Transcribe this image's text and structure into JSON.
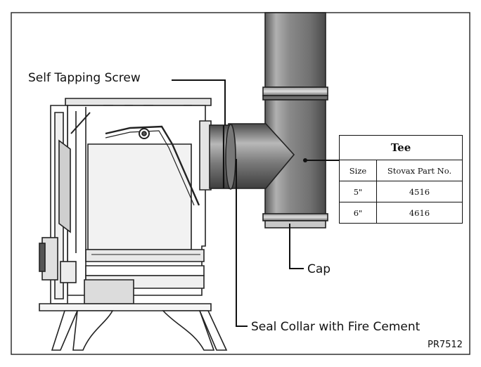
{
  "labels": {
    "screw": "Self Tapping Screw",
    "cap": "Cap",
    "collar": "Seal Collar with Fire Cement",
    "ref": "PR7512"
  },
  "table": {
    "title": "Tee",
    "headers": [
      "Size",
      "Stovax Part No."
    ],
    "rows": [
      {
        "size": "5\"",
        "part": "4516"
      },
      {
        "size": "6\"",
        "part": "4616"
      }
    ]
  }
}
